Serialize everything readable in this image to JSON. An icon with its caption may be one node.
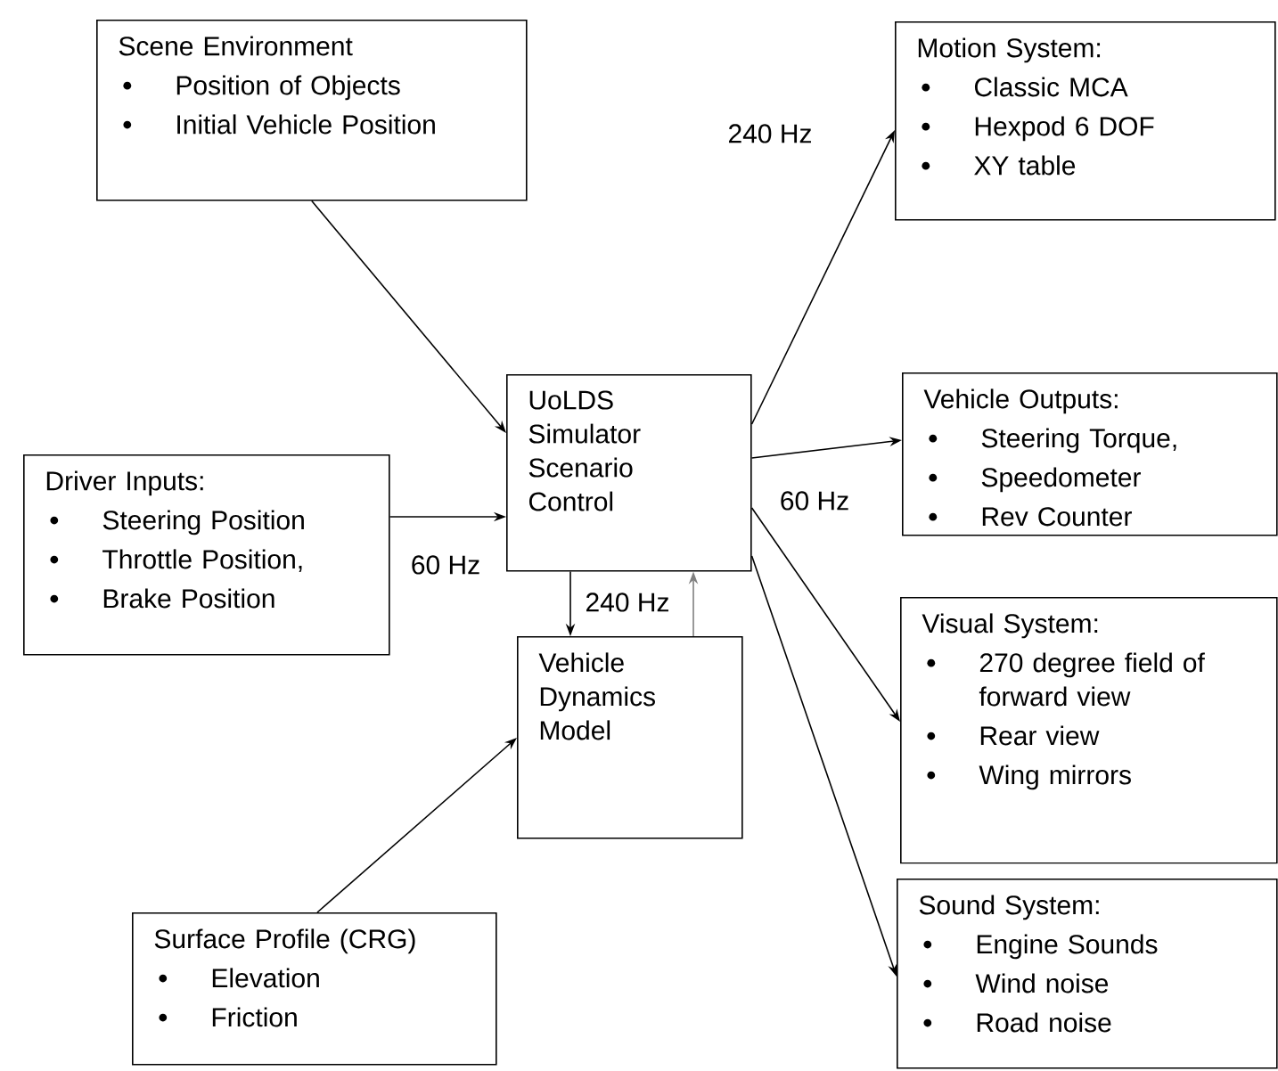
{
  "diagram": {
    "nodes": [
      {
        "text": [
          "Scene Environment",
          "Position of Objects",
          "Initial Vehicle Position"
        ]
      },
      {
        "text": [
          "Motion System:",
          "Classic MCA",
          "Hexpod 6 DOF",
          "XY table"
        ]
      },
      {
        "text": [
          "UoLDS Simulator Scenario Control"
        ]
      },
      {
        "text": [
          "Vehicle Outputs:",
          "Steering Torque,",
          "Speedometer",
          "Rev Counter"
        ]
      },
      {
        "text": [
          "Driver Inputs:",
          "Steering Position",
          "Throttle Position,",
          "Brake Position"
        ]
      },
      {
        "text": [
          "Vehicle Dynamics Model"
        ]
      },
      {
        "text": [
          "Visual System:",
          "270 degree field of forward view",
          "Rear view",
          "Wing mirrors"
        ]
      },
      {
        "text": [
          "Surface Profile (CRG)",
          "Elevation",
          "Friction"
        ]
      },
      {
        "text": [
          "Sound System:",
          "Engine Sounds",
          "Wind noise",
          "Road noise"
        ]
      }
    ],
    "edges": [
      {
        "from": 0,
        "to": 2,
        "arrow": "to"
      },
      {
        "from": 4,
        "to": 2,
        "arrow": "to",
        "label": "60 Hz"
      },
      {
        "from": 2,
        "to": 1,
        "arrow": "to",
        "label": "240 Hz"
      },
      {
        "from": 2,
        "to": 3,
        "arrow": "to",
        "label": "60 Hz"
      },
      {
        "from": 2,
        "to": 6,
        "arrow": "to"
      },
      {
        "from": 2,
        "to": 8,
        "arrow": "to"
      },
      {
        "from": 2,
        "to": 5,
        "arrow": "to",
        "label": "240 Hz"
      },
      {
        "from": 5,
        "to": 2,
        "arrow": "to",
        "color": "#808080"
      },
      {
        "from": 7,
        "to": 5,
        "arrow": "to"
      }
    ]
  }
}
